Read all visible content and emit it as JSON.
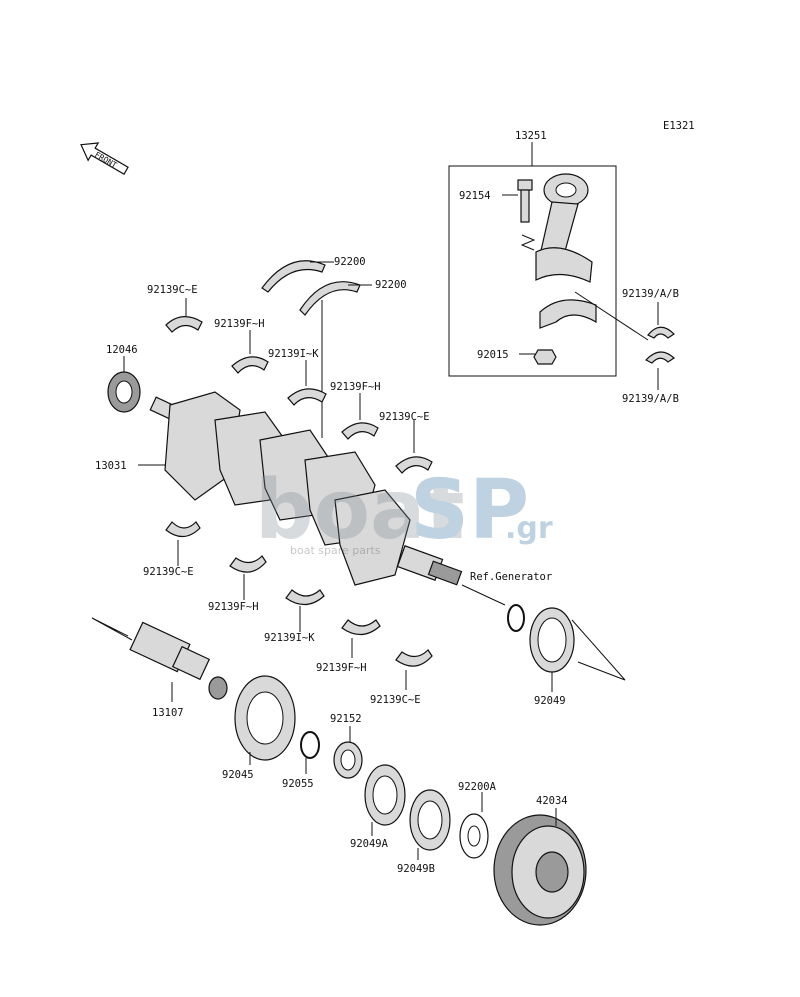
{
  "diagram_id": "E1321",
  "front_label": "FRONT",
  "watermark": {
    "brand_left": "boat",
    "brand_right": "SP",
    "tld": ".gr",
    "tagline": "boat spare parts"
  },
  "labels": {
    "p13251": "13251",
    "p92154": "92154",
    "p92015": "92015",
    "p92139ab_1": "92139/A/B",
    "p92139ab_2": "92139/A/B",
    "p92200_1": "92200",
    "p92200_2": "92200",
    "p92139ce_1": "92139C~E",
    "p92139fh_1": "92139F~H",
    "p12046": "12046",
    "p92139ik_1": "92139I~K",
    "p92139fh_2": "92139F~H",
    "p92139ce_2": "92139C~E",
    "p13031": "13031",
    "p92139ce_3": "92139C~E",
    "ref_generator": "Ref.Generator",
    "p92139fh_3": "92139F~H",
    "p92139ik_2": "92139I~K",
    "p92139fh_4": "92139F~H",
    "p92139ce_4": "92139C~E",
    "p92049": "92049",
    "p13107": "13107",
    "p92152": "92152",
    "p92045": "92045",
    "p92055": "92055",
    "p92200a": "92200A",
    "p42034": "42034",
    "p92049a": "92049A",
    "p92049b": "92049B"
  }
}
